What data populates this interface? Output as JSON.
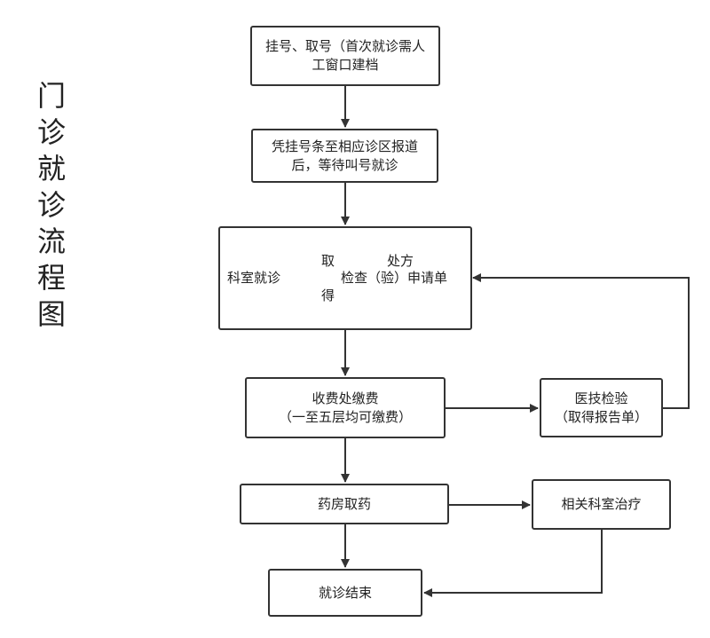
{
  "title_chars": [
    "门",
    "诊",
    "就",
    "诊",
    "流",
    "程",
    "图"
  ],
  "steps": {
    "register": [
      "挂号、取号（首次就诊需人",
      "工窗口建档"
    ],
    "wait": [
      "凭挂号条至相应诊区报道",
      "后，等待叫号就诊"
    ],
    "department": {
      "label": "科室就诊",
      "get_top": "取",
      "get_bottom": "得",
      "prescription": "处方",
      "exam_request": "检查（验）申请单"
    },
    "payment": [
      "收费处缴费",
      "（一至五层均可缴费）"
    ],
    "lab": [
      "医技检验",
      "（取得报告单）"
    ],
    "pharmacy": "药房取药",
    "treatment": "相关科室治疗",
    "end": "就诊结束"
  }
}
